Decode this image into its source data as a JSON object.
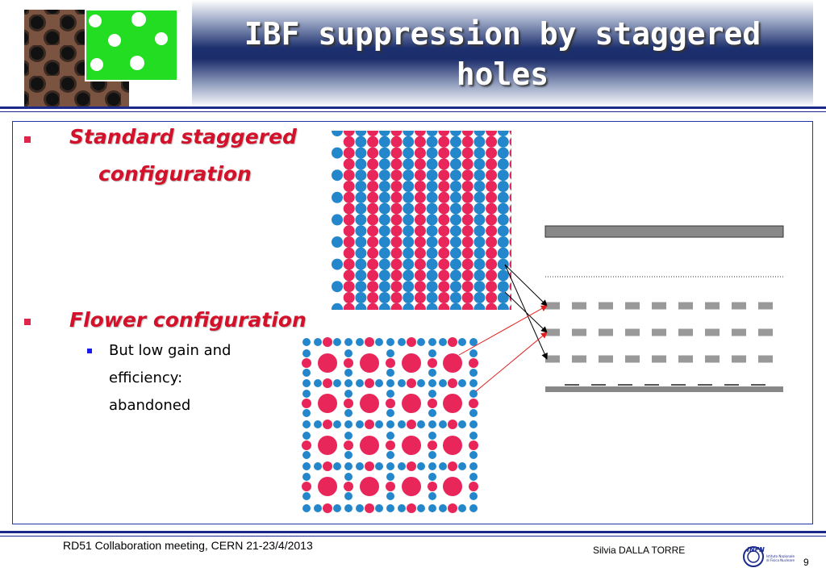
{
  "title_lines": [
    "IBF suppression by staggered",
    "holes"
  ],
  "bullets": [
    {
      "label_lines": [
        "Standard staggered",
        "configuration"
      ]
    },
    {
      "label": "Flower configuration",
      "sub": [
        "But low gain and",
        "efficiency:",
        "abandoned"
      ]
    }
  ],
  "footer": {
    "meeting": "RD51 Collaboration meeting, CERN 21-23/4/2013",
    "author": "Silvia DALLA TORRE",
    "page": "9"
  },
  "logo": {
    "text": "INFN",
    "subtext_lines": [
      "Istituto Nazionale",
      "di Fisica Nucleare"
    ]
  },
  "colors": {
    "pink": "#e8265a",
    "blue": "#2487cc",
    "accent_red": "#d4112a",
    "navy": "#1b2a8a"
  }
}
